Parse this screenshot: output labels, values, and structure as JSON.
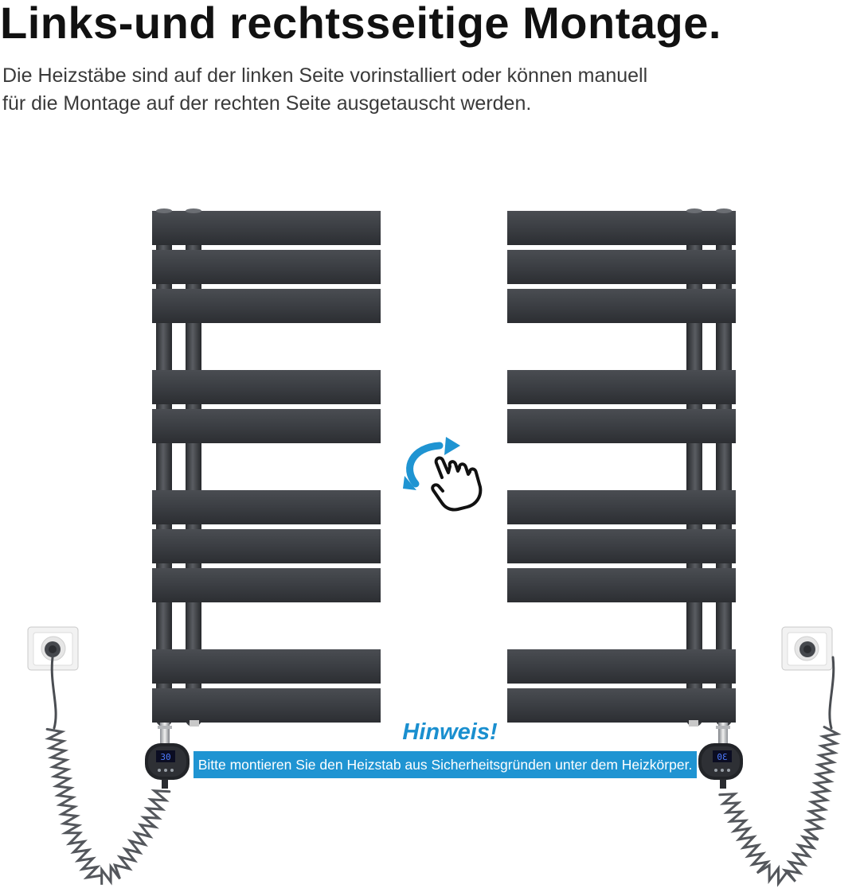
{
  "heading": "Links-und rechtsseitige Montage.",
  "description": {
    "line1": "Die Heizstäbe sind auf der linken Seite vorinstalliert oder können manuell",
    "line2": "für die Montage auf der rechten Seite ausgetauscht werden."
  },
  "illustration": {
    "left_radiator_icon": "towel-radiator-left-mount",
    "right_radiator_icon": "towel-radiator-right-mount",
    "rotate_icon": "hand-rotate-icon",
    "outlet_icon": "power-outlet-icon",
    "display_value": "30",
    "radiator_color": "#3b3e43",
    "accent_color": "#1f94d2"
  },
  "note": {
    "title": "Hinweis!",
    "text": "Bitte montieren Sie den Heizstab aus Sicherheitsgründen unter dem Heizkörper."
  }
}
